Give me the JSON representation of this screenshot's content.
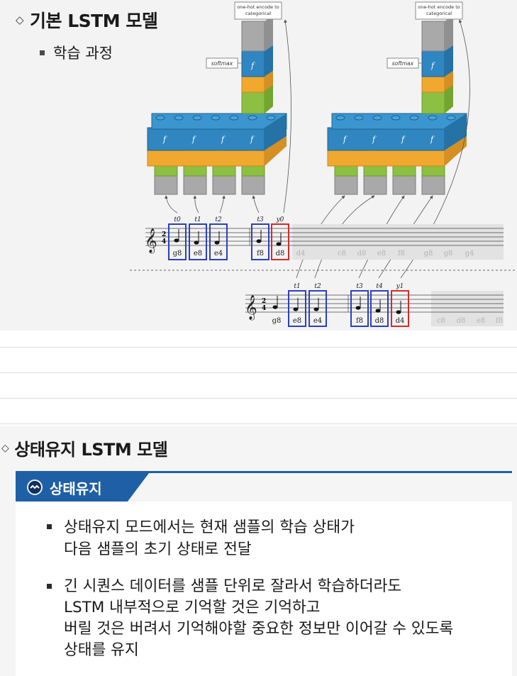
{
  "slide1": {
    "title": "기본 LSTM 모델",
    "subtitle": "학습 과정",
    "diagram": {
      "encode_label": "one-hot encode to\ncategorical",
      "softmax_label": "softmax",
      "f_label": "f",
      "row1": {
        "time_labels": [
          "t0",
          "t1",
          "t2",
          "t3",
          "y0"
        ],
        "notes": [
          "g8",
          "e8",
          "e4",
          "f8",
          "d8"
        ],
        "faded_notes": [
          "d4",
          "c8",
          "d8",
          "e8",
          "f8",
          "g8",
          "g8",
          "g4"
        ]
      },
      "row2": {
        "time_labels": [
          "t1",
          "t2",
          "t3",
          "t4",
          "y1"
        ],
        "lead_note": "g8",
        "notes": [
          "e8",
          "e4",
          "f8",
          "d8",
          "d4"
        ],
        "faded_notes": [
          "c8",
          "d8",
          "e8",
          "f8"
        ]
      }
    }
  },
  "slide2": {
    "title": "상태유지 LSTM 모델",
    "tab_label": "상태유지",
    "bullet1": [
      "상태유지 모드에서는 현재 샘플의 학습 상태가",
      "다음 샘플의 초기 상태로 전달"
    ],
    "bullet2": [
      "긴 시퀀스 데이터를 샘플 단위로 잘라서 학습하더라도",
      "LSTM 내부적으로 기억할 것은 기억하고",
      "버릴 것은 버려서 기억해야할 중요한 정보만 이어갈 수 있도록",
      "상태를 유지"
    ]
  },
  "colors": {
    "accent": "#1f5fa6",
    "blue_box": "#2c3fbf",
    "red_box": "#d42a2a"
  }
}
